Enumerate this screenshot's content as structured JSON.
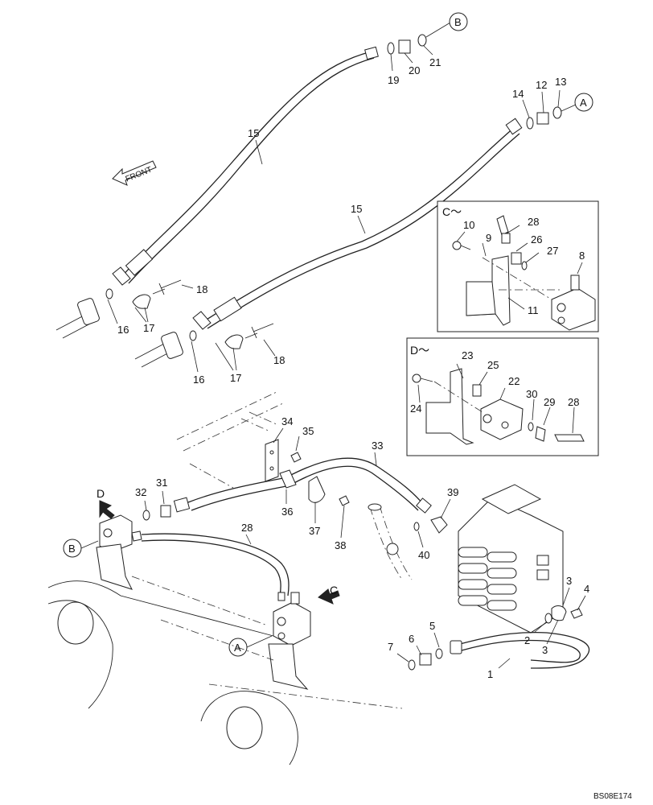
{
  "diagram": {
    "code": "BS08E174",
    "front_label": "FRONT",
    "circle_refs": {
      "a_top": "A",
      "b_top": "B",
      "a_bottom": "A",
      "b_bottom": "B"
    },
    "view_letters": {
      "c": "C",
      "d": "D"
    },
    "insets": {
      "c": {
        "title": "C～",
        "labels": {
          "p10": "10",
          "p28": "28",
          "p9": "9",
          "p26": "26",
          "p27": "27",
          "p8": "8",
          "p11": "11"
        }
      },
      "d": {
        "title": "D～",
        "labels": {
          "p23": "23",
          "p25": "25",
          "p22": "22",
          "p24": "24",
          "p30": "30",
          "p29": "29",
          "p28": "28"
        }
      }
    },
    "labels": {
      "top": {
        "p19": "19",
        "p20": "20",
        "p21": "21",
        "p14": "14",
        "p12": "12",
        "p13": "13",
        "p15a": "15",
        "p15b": "15",
        "p18a": "18",
        "p18b": "18",
        "p16a": "16",
        "p16b": "16",
        "p17a": "17",
        "p17b": "17"
      },
      "mid": {
        "p34": "34",
        "p35": "35",
        "p33": "33",
        "p32": "32",
        "p31": "31",
        "p36": "36",
        "p37": "37",
        "p38": "38",
        "p39": "39",
        "p40": "40",
        "p28": "28"
      },
      "bottom": {
        "p3a": "3",
        "p4": "4",
        "p2": "2",
        "p3b": "3",
        "p5": "5",
        "p6": "6",
        "p7": "7",
        "p1": "1"
      }
    }
  }
}
